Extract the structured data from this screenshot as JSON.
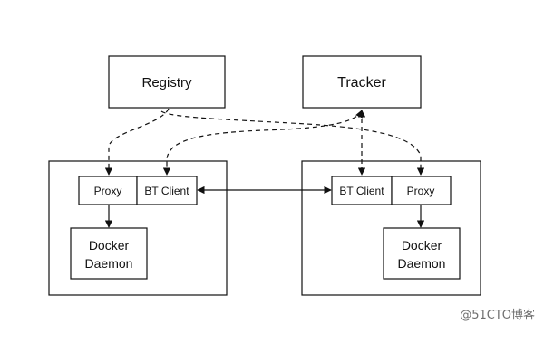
{
  "diagram": {
    "registry_label": "Registry",
    "tracker_label": "Tracker",
    "left_host": {
      "proxy_label": "Proxy",
      "bt_client_label": "BT Client",
      "docker_daemon_line1": "Docker",
      "docker_daemon_line2": "Daemon"
    },
    "right_host": {
      "bt_client_label": "BT Client",
      "proxy_label": "Proxy",
      "docker_daemon_line1": "Docker",
      "docker_daemon_line2": "Daemon"
    }
  },
  "watermark": "@51CTO博客"
}
